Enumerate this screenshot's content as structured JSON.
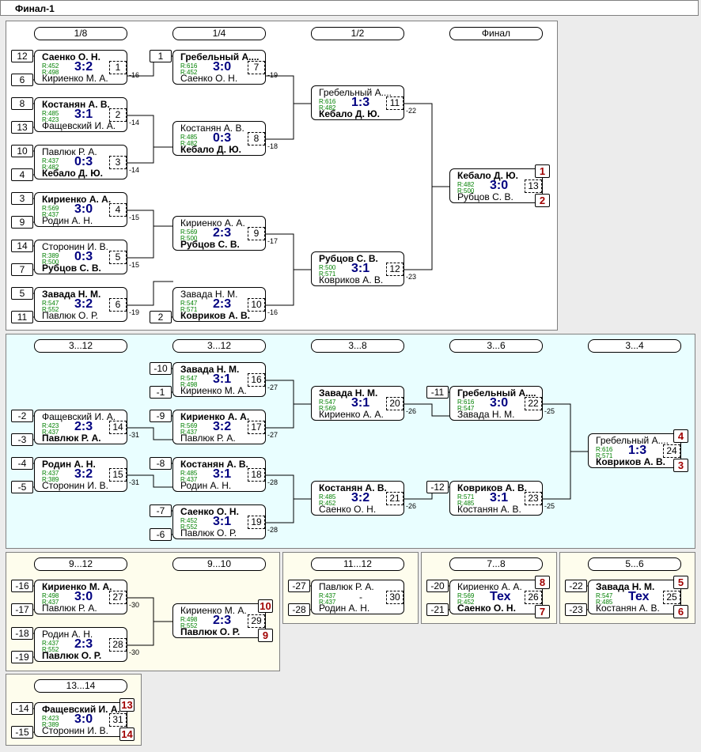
{
  "title": "Финал-1",
  "rounds": {
    "main": [
      "1/8",
      "1/4",
      "1/2",
      "Финал"
    ],
    "cons": [
      "3...12",
      "3...12",
      "3...8",
      "3...6",
      "3...4"
    ],
    "p9_12": [
      "9...12",
      "9...10"
    ],
    "p11_12": "11...12",
    "p7_8": "7...8",
    "p5_6": "5...6",
    "p13_14": "13...14"
  },
  "seeds": {
    "s1": "12",
    "s2": "6",
    "s3": "8",
    "s4": "13",
    "s5": "10",
    "s6": "4",
    "s7": "3",
    "s8": "9",
    "s9": "14",
    "s10": "7",
    "s11": "5",
    "s12": "11",
    "q1": "1",
    "q2": "2",
    "c1": "-10",
    "c2": "-1",
    "c3": "-9",
    "c4": "-2",
    "c5": "-3",
    "c6": "-4",
    "c7": "-5",
    "c8": "-8",
    "c9": "-7",
    "c10": "-6",
    "c11": "-11",
    "c12": "-12",
    "y1": "-16",
    "y2": "-17",
    "y3": "-18",
    "y4": "-19",
    "y5": "-27",
    "y6": "-28",
    "y7": "-20",
    "y8": "-21",
    "y9": "-22",
    "y10": "-23",
    "y11": "-14",
    "y12": "-15"
  },
  "matches": {
    "m1": {
      "a": "Саенко О. Н.",
      "b": "Кириенко М. А.",
      "ra": "R:452",
      "rb": "R:498",
      "score": "3:2",
      "num": "1",
      "link": "-16"
    },
    "m2": {
      "a": "Костанян А. В.",
      "b": "Фащевский И. А.",
      "ra": "R:485",
      "rb": "R:423",
      "score": "3:1",
      "num": "2",
      "link": "-14"
    },
    "m3": {
      "a": "Павлюк Р. А.",
      "b": "Кебало Д. Ю.",
      "ra": "R:437",
      "rb": "R:482",
      "score": "0:3",
      "num": "3",
      "link": "-14"
    },
    "m4": {
      "a": "Кириенко А. А.",
      "b": "Родин А. Н.",
      "ra": "R:569",
      "rb": "R:437",
      "score": "3:0",
      "num": "4",
      "link": "-15"
    },
    "m5": {
      "a": "Сторонин И. В.",
      "b": "Рубцов С. В.",
      "ra": "R:389",
      "rb": "R:500",
      "score": "0:3",
      "num": "5",
      "link": "-15"
    },
    "m6": {
      "a": "Завада Н. М.",
      "b": "Павлюк О. Р.",
      "ra": "R:547",
      "rb": "R:552",
      "score": "3:2",
      "num": "6",
      "link": "-19"
    },
    "m7": {
      "a": "Гребельный А....",
      "b": "Саенко О. Н.",
      "ra": "R:616",
      "rb": "R:452",
      "score": "3:0",
      "num": "7",
      "link": "-19"
    },
    "m8": {
      "a": "Костанян А. В.",
      "b": "Кебало Д. Ю.",
      "ra": "R:485",
      "rb": "R:482",
      "score": "0:3",
      "num": "8",
      "link": "-18"
    },
    "m9": {
      "a": "Кириенко А. А.",
      "b": "Рубцов С. В.",
      "ra": "R:569",
      "rb": "R:500",
      "score": "2:3",
      "num": "9",
      "link": "-17"
    },
    "m10": {
      "a": "Завада Н. М.",
      "b": "Ковриков А. В.",
      "ra": "R:547",
      "rb": "R:571",
      "score": "2:3",
      "num": "10",
      "link": "-16"
    },
    "m11": {
      "a": "Гребельный А....",
      "b": "Кебало Д. Ю.",
      "ra": "R:616",
      "rb": "R:482",
      "score": "1:3",
      "num": "11",
      "link": "-22"
    },
    "m12": {
      "a": "Рубцов С. В.",
      "b": "Ковриков А. В.",
      "ra": "R:500",
      "rb": "R:571",
      "score": "3:1",
      "num": "12",
      "link": "-23"
    },
    "m13": {
      "a": "Кебало Д. Ю.",
      "b": "Рубцов С. В.",
      "ra": "R:482",
      "rb": "R:500",
      "score": "3:0",
      "num": "13",
      "pa": "1",
      "pb": "2"
    },
    "m14": {
      "a": "Фащевский И. А.",
      "b": "Павлюк Р. А.",
      "ra": "R:423",
      "rb": "R:437",
      "score": "2:3",
      "num": "14",
      "link": "-31"
    },
    "m15": {
      "a": "Родин А. Н.",
      "b": "Сторонин И. В.",
      "ra": "R:437",
      "rb": "R:389",
      "score": "3:2",
      "num": "15",
      "link": "-31"
    },
    "m16": {
      "a": "Завада Н. М.",
      "b": "Кириенко М. А.",
      "ra": "R:547",
      "rb": "R:498",
      "score": "3:1",
      "num": "16",
      "link": "-27"
    },
    "m17": {
      "a": "Кириенко А. А.",
      "b": "Павлюк Р. А.",
      "ra": "R:569",
      "rb": "R:437",
      "score": "3:2",
      "num": "17",
      "link": "-27"
    },
    "m18": {
      "a": "Костанян А. В.",
      "b": "Родин А. Н.",
      "ra": "R:485",
      "rb": "R:437",
      "score": "3:1",
      "num": "18",
      "link": "-28"
    },
    "m19": {
      "a": "Саенко О. Н.",
      "b": "Павлюк О. Р.",
      "ra": "R:452",
      "rb": "R:552",
      "score": "3:1",
      "num": "19",
      "link": "-28"
    },
    "m20": {
      "a": "Завада Н. М.",
      "b": "Кириенко А. А.",
      "ra": "R:547",
      "rb": "R:569",
      "score": "3:1",
      "num": "20",
      "link": "-26"
    },
    "m21": {
      "a": "Костанян А. В.",
      "b": "Саенко О. Н.",
      "ra": "R:485",
      "rb": "R:452",
      "score": "3:2",
      "num": "21",
      "link": "-26"
    },
    "m22": {
      "a": "Гребельный А....",
      "b": "Завада Н. М.",
      "ra": "R:616",
      "rb": "R:547",
      "score": "3:0",
      "num": "22",
      "link": "-25"
    },
    "m23": {
      "a": "Ковриков А. В.",
      "b": "Костанян А. В.",
      "ra": "R:571",
      "rb": "R:485",
      "score": "3:1",
      "num": "23",
      "link": "-25"
    },
    "m24": {
      "a": "Гребельный А....",
      "b": "Ковриков А. В.",
      "ra": "R:616",
      "rb": "R:571",
      "score": "1:3",
      "num": "24",
      "pa": "4",
      "pb": "3"
    },
    "m27": {
      "a": "Кириенко М. А.",
      "b": "Павлюк Р. А.",
      "ra": "R:498",
      "rb": "R:437",
      "score": "3:0",
      "num": "27",
      "link": "-30"
    },
    "m28": {
      "a": "Родин А. Н.",
      "b": "Павлюк О. Р.",
      "ra": "R:437",
      "rb": "R:552",
      "score": "2:3",
      "num": "28",
      "link": "-30"
    },
    "m29": {
      "a": "Кириенко М. А.",
      "b": "Павлюк О. Р.",
      "ra": "R:498",
      "rb": "R:552",
      "score": "2:3",
      "num": "29",
      "pa": "10",
      "pb": "9"
    },
    "m30": {
      "a": "Павлюк Р. А.",
      "b": "Родин А. Н.",
      "ra": "R:437",
      "rb": "R:437",
      "score": "",
      "dot": "-",
      "num": "30"
    },
    "m26": {
      "a": "Кириенко А. А.",
      "b": "Саенко О. Н.",
      "ra": "R:569",
      "rb": "R:452",
      "score": "Тех",
      "num": "26",
      "pa": "8",
      "pb": "7"
    },
    "m25": {
      "a": "Завада Н. М.",
      "b": "Костанян А. В.",
      "ra": "R:547",
      "rb": "R:485",
      "score": "Тех",
      "num": "25",
      "pa": "5",
      "pb": "6"
    },
    "m31": {
      "a": "Фащевский И. А.",
      "b": "Сторонин И. В.",
      "ra": "R:423",
      "rb": "R:389",
      "score": "3:0",
      "num": "31",
      "pa": "13",
      "pb": "14"
    }
  }
}
